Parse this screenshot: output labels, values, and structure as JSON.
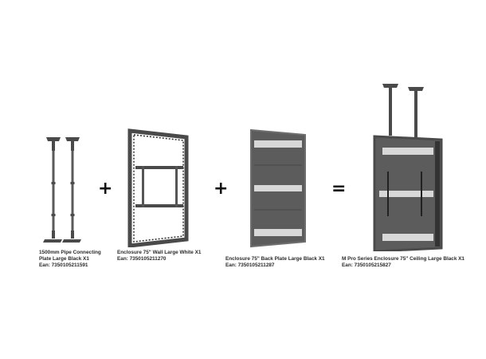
{
  "products": [
    {
      "name_line1": "1500mm Pipe Connecting",
      "name_line2": "Plate Large Black X1",
      "ean": "Ean: 7350105211591",
      "image": "pipe-connecting-plates"
    },
    {
      "name_line1": "Enclosure 75\" Wall Large White X1",
      "ean": "Ean: 7350105211270",
      "image": "enclosure-wall-frame"
    },
    {
      "name_line1": "Enclosure 75\" Back Plate Large Black X1",
      "ean": "Ean: 7350105211287",
      "image": "enclosure-back-plate"
    },
    {
      "name_line1": "M Pro Series Enclosure 75\" Ceiling Large Black X1",
      "ean": "Ean: 7350105215827",
      "image": "ceiling-enclosure-assembled"
    }
  ],
  "operators": {
    "plus": "+",
    "equals": "="
  },
  "colors": {
    "metal": "#4a4a4a",
    "metal_light": "#6d6d6d",
    "vent": "#d8d8d8",
    "text": "#2a2a2a"
  }
}
